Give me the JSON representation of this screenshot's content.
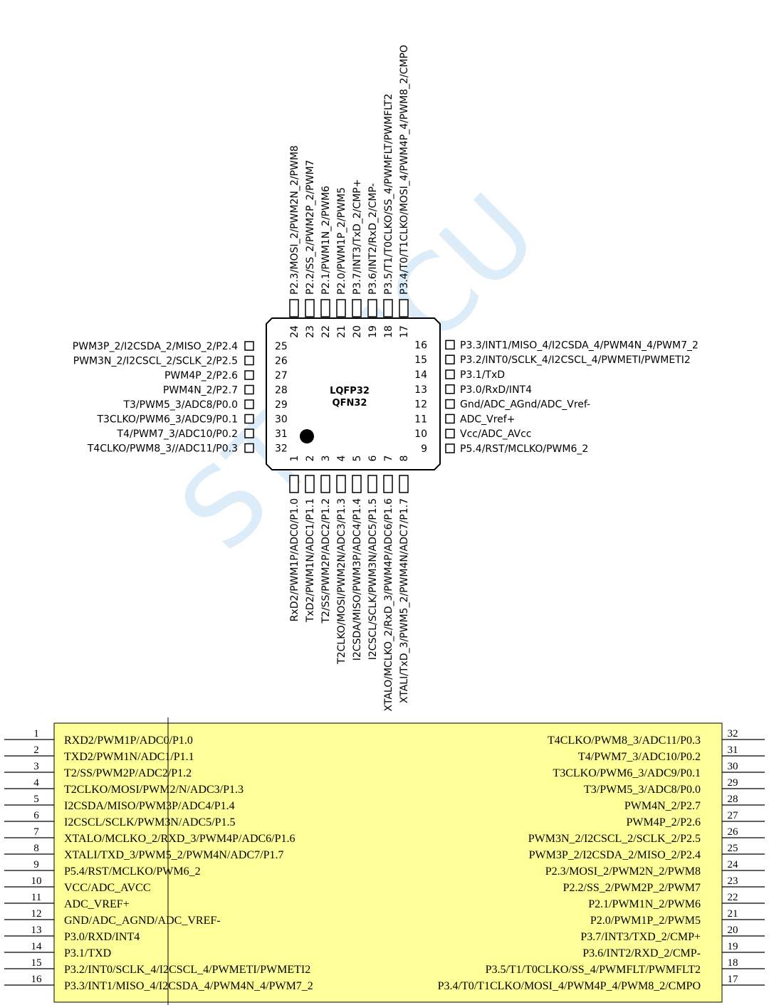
{
  "package": {
    "labels": [
      "LQFP32",
      "QFN32"
    ]
  },
  "watermark": "STCMCU",
  "pins": [
    {
      "n": 1,
      "name": "RxD2/PWM1P/ADC0/P1.0"
    },
    {
      "n": 2,
      "name": "TxD2/PWM1N/ADC1/P1.1"
    },
    {
      "n": 3,
      "name": "T2/SS/PWM2P/ADC2/P1.2"
    },
    {
      "n": 4,
      "name": "T2CLKO/MOSI/PWM2N/ADC3/P1.3"
    },
    {
      "n": 5,
      "name": "I2CSDA/MISO/PWM3P/ADC4/P1.4"
    },
    {
      "n": 6,
      "name": "I2CSCL/SCLK/PWM3N/ADC5/P1.5"
    },
    {
      "n": 7,
      "name": "XTALO/MCLKO_2/RxD_3/PWM4P/ADC6/P1.6"
    },
    {
      "n": 8,
      "name": "XTALI/TxD_3/PWM5_2/PWM4N/ADC7/P1.7"
    },
    {
      "n": 9,
      "name": "P5.4/RST/MCLKO/PWM6_2"
    },
    {
      "n": 10,
      "name": "Vcc/ADC_AVcc"
    },
    {
      "n": 11,
      "name": "ADC_Vref+"
    },
    {
      "n": 12,
      "name": "Gnd/ADC_AGnd/ADC_Vref-"
    },
    {
      "n": 13,
      "name": "P3.0/RxD/INT4"
    },
    {
      "n": 14,
      "name": "P3.1/TxD"
    },
    {
      "n": 15,
      "name": "P3.2/INT0/SCLK_4/I2CSCL_4/PWMETI/PWMETI2"
    },
    {
      "n": 16,
      "name": "P3.3/INT1/MISO_4/I2CSDA_4/PWM4N_4/PWM7_2"
    },
    {
      "n": 17,
      "name": "P3.4/T0/T1CLKO/MOSI_4/PWM4P_4/PWM8_2/CMPO"
    },
    {
      "n": 18,
      "name": "P3.5/T1/T0CLKO/SS_4/PWMFLT/PWMFLT2"
    },
    {
      "n": 19,
      "name": "P3.6/INT2/RxD_2/CMP-"
    },
    {
      "n": 20,
      "name": "P3.7/INT3/TxD_2/CMP+"
    },
    {
      "n": 21,
      "name": "P2.0/PWM1P_2/PWM5"
    },
    {
      "n": 22,
      "name": "P2.1/PWM1N_2/PWM6"
    },
    {
      "n": 23,
      "name": "P2.2/SS_2/PWM2P_2/PWM7"
    },
    {
      "n": 24,
      "name": "P2.3/MOSI_2/PWM2N_2/PWM8"
    },
    {
      "n": 25,
      "name": "PWM3P_2/I2CSDA_2/MISO_2/P2.4"
    },
    {
      "n": 26,
      "name": "PWM3N_2/I2CSCL_2/SCLK_2/P2.5"
    },
    {
      "n": 27,
      "name": "PWM4P_2/P2.6"
    },
    {
      "n": 28,
      "name": "PWM4N_2/P2.7"
    },
    {
      "n": 29,
      "name": "T3/PWM5_3/ADC8/P0.0"
    },
    {
      "n": 30,
      "name": "T3CLKO/PWM6_3/ADC9/P0.1"
    },
    {
      "n": 31,
      "name": "T4/PWM7_3/ADC10/P0.2"
    },
    {
      "n": 32,
      "name": "T4CLKO/PWM8_3//ADC11/P0.3"
    }
  ],
  "symbol": {
    "left": [
      {
        "n": 1,
        "name": "RXD2/PWM1P/ADC0/P1.0"
      },
      {
        "n": 2,
        "name": "TXD2/PWM1N/ADC1/P1.1"
      },
      {
        "n": 3,
        "name": "T2/SS/PWM2P/ADC2/P1.2"
      },
      {
        "n": 4,
        "name": "T2CLKO/MOSI/PWM2/N/ADC3/P1.3"
      },
      {
        "n": 5,
        "name": "I2CSDA/MISO/PWM3P/ADC4/P1.4"
      },
      {
        "n": 6,
        "name": "I2CSCL/SCLK/PWM3N/ADC5/P1.5"
      },
      {
        "n": 7,
        "name": "XTALO/MCLKO_2/RXD_3/PWM4P/ADC6/P1.6"
      },
      {
        "n": 8,
        "name": "XTALI/TXD_3/PWM5_2/PWM4N/ADC7/P1.7"
      },
      {
        "n": 9,
        "name": "P5.4/RST/MCLKO/PWM6_2"
      },
      {
        "n": 10,
        "name": "VCC/ADC_AVCC"
      },
      {
        "n": 11,
        "name": "ADC_VREF+"
      },
      {
        "n": 12,
        "name": "GND/ADC_AGND/ADC_VREF-"
      },
      {
        "n": 13,
        "name": "P3.0/RXD/INT4"
      },
      {
        "n": 14,
        "name": "P3.1/TXD"
      },
      {
        "n": 15,
        "name": "P3.2/INT0/SCLK_4/I2CSCL_4/PWMETI/PWMETI2"
      },
      {
        "n": 16,
        "name": "P3.3/INT1/MISO_4/I2CSDA_4/PWM4N_4/PWM7_2"
      }
    ],
    "right": [
      {
        "n": 32,
        "name": "T4CLKO/PWM8_3/ADC11/P0.3"
      },
      {
        "n": 31,
        "name": "T4/PWM7_3/ADC10/P0.2"
      },
      {
        "n": 30,
        "name": "T3CLKO/PWM6_3/ADC9/P0.1"
      },
      {
        "n": 29,
        "name": "T3/PWM5_3/ADC8/P0.0"
      },
      {
        "n": 28,
        "name": "PWM4N_2/P2.7"
      },
      {
        "n": 27,
        "name": "PWM4P_2/P2.6"
      },
      {
        "n": 26,
        "name": "PWM3N_2/I2CSCL_2/SCLK_2/P2.5"
      },
      {
        "n": 25,
        "name": "PWM3P_2/I2CSDA_2/MISO_2/P2.4"
      },
      {
        "n": 24,
        "name": "P2.3/MOSI_2/PWM2N_2/PWM8"
      },
      {
        "n": 23,
        "name": "P2.2/SS_2/PWM2P_2/PWM7"
      },
      {
        "n": 22,
        "name": "P2.1/PWM1N_2/PWM6"
      },
      {
        "n": 21,
        "name": "P2.0/PWM1P_2/PWM5"
      },
      {
        "n": 20,
        "name": "P3.7/INT3/TXD_2/CMP+"
      },
      {
        "n": 19,
        "name": "P3.6/INT2/RXD_2/CMP-"
      },
      {
        "n": 18,
        "name": "P3.5/T1/T0CLKO/SS_4/PWMFLT/PWMFLT2"
      },
      {
        "n": 17,
        "name": "P3.4/T0/T1CLKO/MOSI_4/PWM4P_4/PWM8_2/CMPO"
      }
    ]
  },
  "colors": {
    "symbol_fill": "#ffff99",
    "line": "#000000",
    "watermark": "#bfe0f5"
  }
}
